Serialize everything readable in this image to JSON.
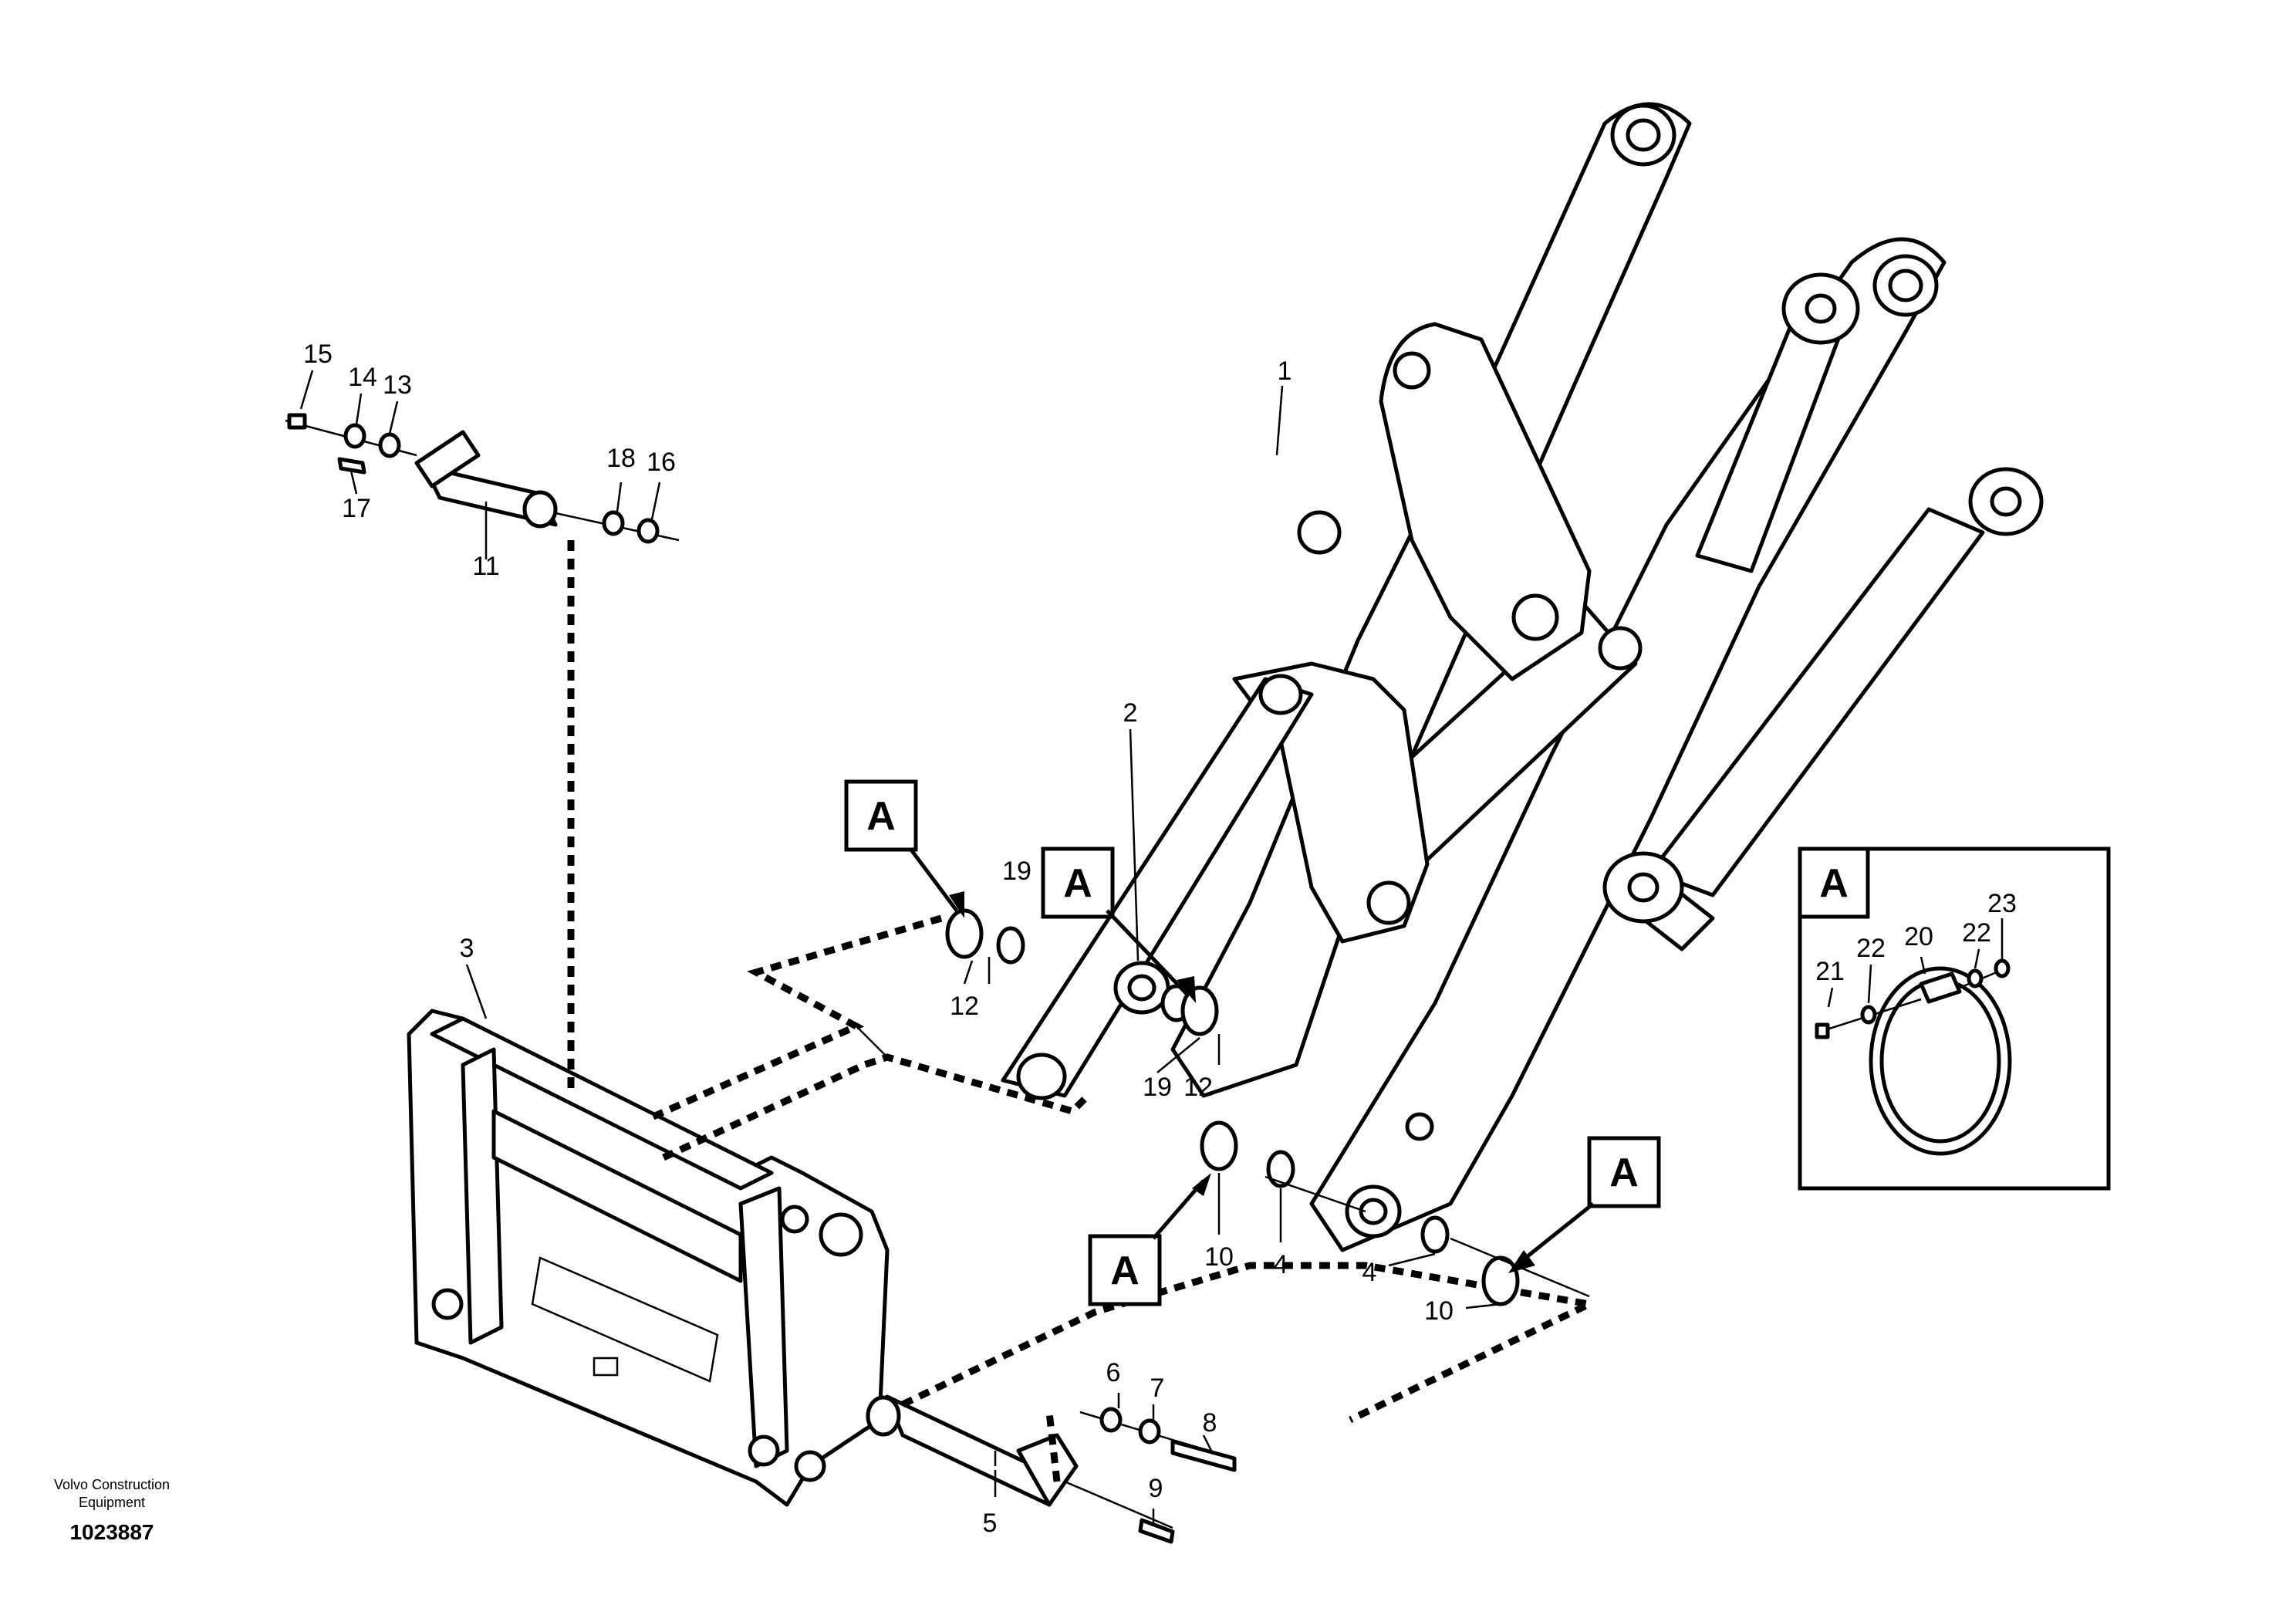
{
  "callouts": {
    "c1": "1",
    "c2": "2",
    "c3": "3",
    "c4a": "4",
    "c4b": "4",
    "c5": "5",
    "c6": "6",
    "c7": "7",
    "c8": "8",
    "c9": "9",
    "c10a": "10",
    "c10b": "10",
    "c11": "11",
    "c12a": "12",
    "c12b": "12",
    "c13": "13",
    "c14": "14",
    "c15": "15",
    "c16": "16",
    "c17": "17",
    "c18": "18",
    "c19a": "19",
    "c19b": "19",
    "c20": "20",
    "c21": "21",
    "c22a": "22",
    "c22b": "22",
    "c23": "23"
  },
  "detail_ref": {
    "a1": "A",
    "a2": "A",
    "a3": "A",
    "a4": "A",
    "inset": "A"
  },
  "footer": {
    "company_line1": "Volvo Construction",
    "company_line2": "Equipment",
    "drawing_number": "1023887"
  }
}
